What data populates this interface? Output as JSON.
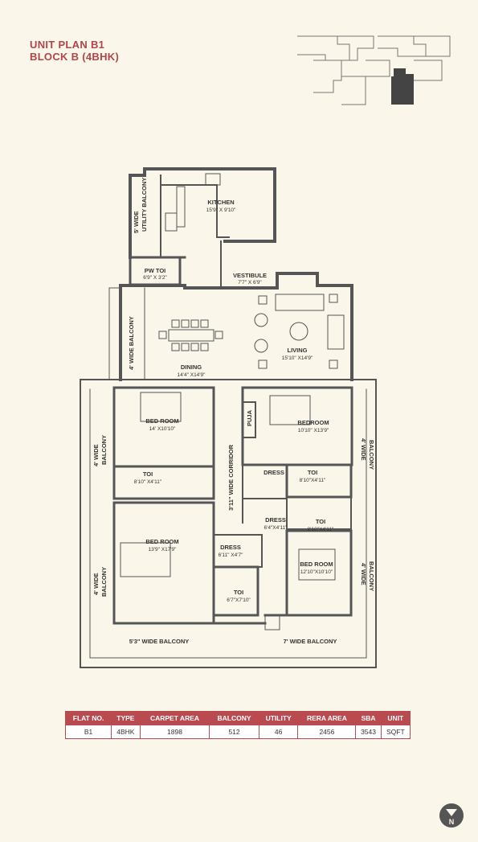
{
  "header": {
    "line1": "UNIT PLAN B1",
    "line2": "BLOCK B (4BHK)"
  },
  "rooms": {
    "kitchen": {
      "name": "KITCHEN",
      "dim": "15'9\" X 9'10\""
    },
    "utility_balcony": {
      "name": "5' WIDE",
      "name2": "UTILITY BALCONY"
    },
    "pw_toi": {
      "name": "PW TOI",
      "dim": "6'9\" X 3'2\""
    },
    "vestibule": {
      "name": "VESTIBULE",
      "dim": "7'7\" X 6'9\""
    },
    "dining": {
      "name": "DINING",
      "dim": "14'4\" X14'9\""
    },
    "living": {
      "name": "LIVING",
      "dim": "15'10\" X14'9\""
    },
    "balcony_west_top": {
      "name": "4' WIDE BALCONY"
    },
    "bedroom_nw": {
      "name": "BED ROOM",
      "dim": "14' X10'10\""
    },
    "puja": {
      "name": "PUJA"
    },
    "bedroom_ne": {
      "name": "BEDROOM",
      "dim": "10'10\" X13'9\""
    },
    "balcony_west_mid": {
      "name": "4' WIDE",
      "name2": "BALCONY"
    },
    "balcony_east_mid": {
      "name": "4' WIDE",
      "name2": "BALCONY"
    },
    "toi_nw": {
      "name": "TOI",
      "dim": "8'10\" X4'11\""
    },
    "corridor": {
      "name": "3'11\" WIDE CORRIDOR"
    },
    "dress_ne": {
      "name": "DRESS"
    },
    "toi_ne": {
      "name": "TOI",
      "dim": "8'10\"X4'11\""
    },
    "dress_e": {
      "name": "DRESS",
      "dim": "6'4\"X4'11\""
    },
    "toi_e": {
      "name": "TOI",
      "dim": "8'10\"X4'11\""
    },
    "bedroom_sw": {
      "name": "BED ROOM",
      "dim": "13'9\" X17'9\""
    },
    "dress_s": {
      "name": "DRESS",
      "dim": "6'11\" X4'7\""
    },
    "bedroom_se": {
      "name": "BED ROOM",
      "dim": "12'10\"X10'10\""
    },
    "balcony_west_low": {
      "name": "4' WIDE",
      "name2": "BALCONY"
    },
    "toi_s": {
      "name": "TOI",
      "dim": "6'7\"X7'10\""
    },
    "balcony_east_low": {
      "name": "4' WIDE",
      "name2": "BALCONY"
    },
    "balcony_sw": {
      "name": "5'3\" WIDE BALCONY"
    },
    "balcony_se": {
      "name": "7' WIDE BALCONY"
    }
  },
  "table": {
    "headers": [
      "FLAT NO.",
      "TYPE",
      "CARPET AREA",
      "BALCONY",
      "UTILITY",
      "RERA AREA",
      "SBA",
      "UNIT"
    ],
    "rows": [
      [
        "B1",
        "4BHK",
        "1898",
        "512",
        "46",
        "2456",
        "3543",
        "SQFT"
      ]
    ]
  },
  "compass": {
    "letter": "N"
  },
  "colors": {
    "accent": "#b84a50",
    "wall": "#555555",
    "background": "#fbf6ea"
  }
}
